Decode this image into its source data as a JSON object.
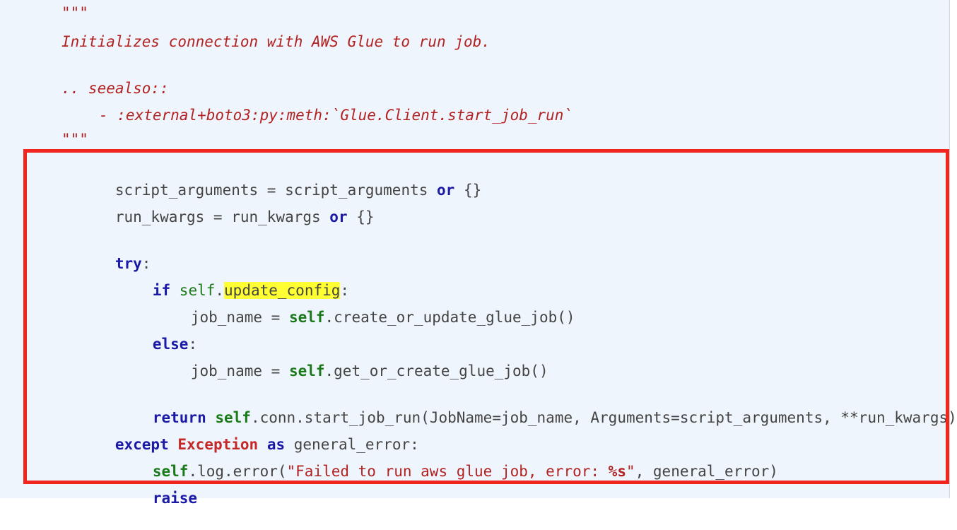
{
  "doc": {
    "quote_open": "\"\"\"",
    "summary": "Initializes connection with AWS Glue to run job.",
    "seealso": ".. seealso::",
    "seealso_item": "- :external+boto3:py:meth:`Glue.Client.start_job_run`",
    "quote_close": "\"\"\""
  },
  "code": {
    "l1_var": "script_arguments = script_arguments ",
    "l1_kw": "or",
    "l1_rest": " {}",
    "l2_var": "run_kwargs = run_kwargs ",
    "l2_kw": "or",
    "l2_rest": " {}",
    "try_kw": "try",
    "try_rest": ":",
    "if_kw": "if",
    "if_self": " self",
    "if_dot": ".",
    "if_attr": "update_config",
    "if_colon": ":",
    "create_pre": "job_name = ",
    "create_self": "self",
    "create_rest": ".create_or_update_glue_job()",
    "else_kw": "else",
    "else_rest": ":",
    "get_pre": "job_name = ",
    "get_self": "self",
    "get_rest": ".get_or_create_glue_job()",
    "return_kw": "return",
    "return_sp": " ",
    "return_self": "self",
    "return_rest": ".conn.start_job_run(JobName=job_name, Arguments=script_arguments, **run_kwargs)",
    "except_kw": "except",
    "except_sp": " ",
    "except_exc": "Exception",
    "except_sp2": " ",
    "except_as": "as",
    "except_rest": " general_error:",
    "log_self": "self",
    "log_mid": ".log.error(",
    "log_str1": "\"Failed to run aws glue job, error: ",
    "log_fmt": "%s",
    "log_str2": "\"",
    "log_rest": ", general_error)",
    "raise_kw": "raise"
  },
  "colors": {
    "panel_bg": "#eff5fc",
    "keyword": "#1a1aa6",
    "builtin_self": "#1a7a1a",
    "string_doc": "#b22222",
    "exception": "#c62828",
    "highlight": "#ffff33",
    "annotation_box": "#f0261c"
  }
}
